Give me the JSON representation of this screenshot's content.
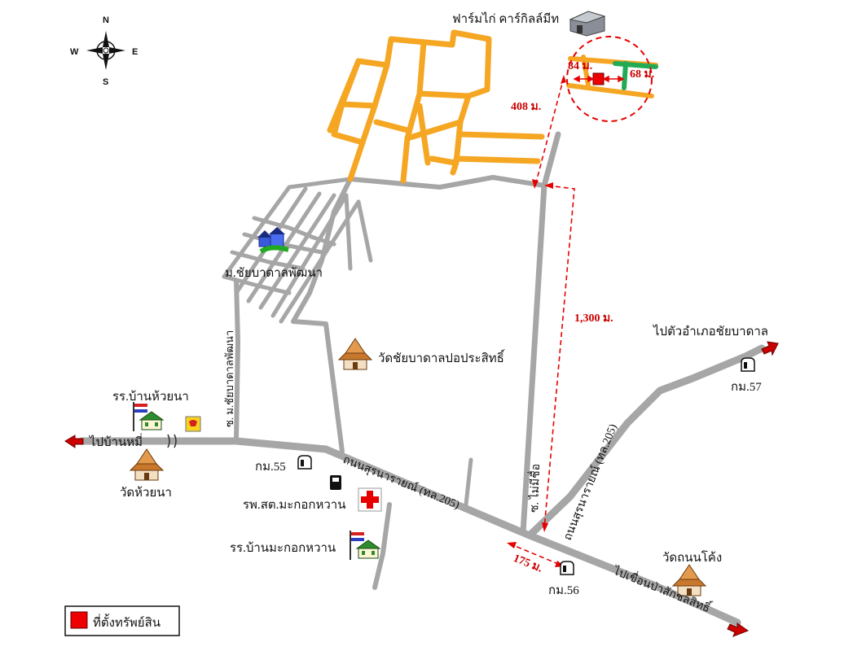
{
  "compass": {
    "n": "N",
    "s": "S",
    "e": "E",
    "w": "W"
  },
  "labels": {
    "farm": "ฟาร์มไก่ คาร์กิลล์มีท",
    "village": "ม.ชัยบาดาลพัฒนา",
    "soi_village": "ซ. ม.ชัยบาดาลพัฒนา",
    "wat_pho": "วัดชัยบาดาลปอประสิทธิ์",
    "school_huaina": "รร.บ้านห้วยนา",
    "wat_huaina": "วัดห้วยนา",
    "to_banmi": "ไปบ้านหมี่",
    "km55": "กม.55",
    "hospital": "รพ.สต.มะกอกหวาน",
    "school_makok": "รร.บ้านมะกอกหวาน",
    "road_main": "ถนนสุรนารายณ์ (ทล.205)",
    "road_branch": "ถนนสุรนารายณ์ (ทล.205)",
    "soi_mai": "ซ. ไม่มีชื่อ",
    "km56": "กม.56",
    "km57": "กม.57",
    "to_chaibadan": "ไปตัวอำเภอชัยบาดาล",
    "wat_thanon_khong": "วัดถนนโค้ง",
    "to_dam": "ไปเขื่อนป่าสักชลสิทธิ์"
  },
  "distances": {
    "d408": "408 ม.",
    "d1300": "1,300 ม.",
    "d175": "175 ม.",
    "d84": "84 ม.",
    "d68": "68 ม."
  },
  "legend": {
    "label": "ที่ตั้งทรัพย์สิน",
    "marker_color": "#ee0000"
  },
  "colors": {
    "road": "#a6a6a6",
    "road_orange": "#f5a623",
    "road_green": "#22aa55",
    "distance": "#e60000",
    "marker": "#ee0000",
    "arrow": "#cc0000"
  },
  "icons": [
    "compass-icon",
    "farm-building-icon",
    "village-icon",
    "temple-icon",
    "school-icon",
    "gas-station-icon",
    "hospital-icon",
    "km-post-icon",
    "property-marker-icon"
  ]
}
